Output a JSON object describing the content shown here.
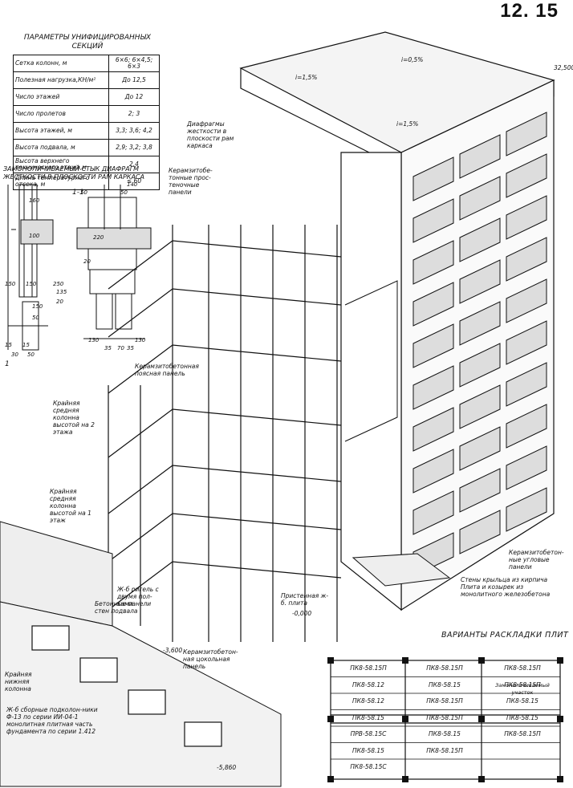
{
  "page_number": "12. 15",
  "params": {
    "title": "ПАРАМЕТРЫ УНИФИЦИРОВАННЫХ СЕКЦИЙ",
    "rows": [
      {
        "name": "Сетка колонн, м",
        "value": "6×6; 6×4,5; 6×3"
      },
      {
        "name": "Полезная нагрузка,КН/м²",
        "value": "До 12,5"
      },
      {
        "name": "Число этажей",
        "value": "До 12"
      },
      {
        "name": "Число пролетов",
        "value": "2; 3"
      },
      {
        "name": "Высота этажей, м",
        "value": "3,3; 3,6; 4,2"
      },
      {
        "name": "Высота подвала, м",
        "value": "2,9; 3,2; 3,8"
      },
      {
        "name": "Высота верхнего технического этажа,м",
        "value": "2,4"
      },
      {
        "name": "Длина температурного отсека, м",
        "value": "≤ 60"
      }
    ]
  },
  "joint": {
    "title": "ЗАМОНОЛИЧИВАЕМЫЙ СТЫК ДИАФРАГМ ЖЕСТКОСТИ В ПЛОСКОСТИ РАМ КАРКАСА",
    "section_label": "1-1",
    "marker": "1",
    "dims": [
      "140",
      "50",
      "50",
      "160",
      "100",
      "220",
      "20",
      "150",
      "150",
      "250",
      "135",
      "20",
      "150",
      "50",
      "130",
      "35",
      "70",
      "35",
      "130",
      "15",
      "15",
      "30",
      "50"
    ]
  },
  "callouts": {
    "slope1": "i=1,5%",
    "slope2": "i=0,5%",
    "slope3": "i=1,5%",
    "elev_top": "32,500",
    "diaphragm": "Диафрагмы жесткости в плоскости рам каркаса",
    "ceramsite_partition": "Керамзитобе-тонные прос-теночные панели",
    "belt_panel": "Керамзитобетонная поясная панель",
    "edge_col_2": "Крайняя средняя колонна высотой на 2 этажа",
    "edge_col_1": "Крайняя средняя колонна высотой на 1 этаж",
    "crossbar": "Ж-б ригель с двумя пол-ками",
    "concrete_panels": "Бетонные панели стен подвала",
    "wall_slab": "Пристенная ж-б. плита",
    "elev_zero": "-0,000",
    "elev_mid": "-3,600",
    "ceramsite_base": "Керамзитобетон-ная цокольная панель",
    "edge_low_col": "Крайняя нижняя колонна",
    "foundation": "Ж-б сборные подколон-ники Ф-13 по серии ИИ-04-1 монолитная плитная часть фундамента по серии 1.412",
    "elev_low": "-5,860",
    "corner_panels": "Керамзитобетон-ные угловые панели",
    "porch": "Стены крыльца из кирпича Плита и козырек из монолитного железобетона"
  },
  "variants": {
    "title": "ВАРИАНТЫ РАСКЛАДКИ ПЛИТ",
    "col1": [
      "ПК8-58.15П",
      "ПК8-58.12",
      "ПК8-58.12",
      "ПК8-58.15",
      "ПРВ-58.15С",
      "ПК8-58.15",
      "ПК8-58.15С"
    ],
    "col2": [
      "ПК8-58.15П",
      "ПК8-58.15",
      "ПК8-58.15П",
      "ПК8-58.15П",
      "ПК8-58.15",
      "ПК8-58.15П"
    ],
    "col3": [
      "ПК8-58.15П",
      "ПК8-58.15П",
      "ПК8-58.15",
      "ПК8-58.15",
      "ПК8-58.15П"
    ],
    "mono_label": "Замоноличиваемый участок"
  }
}
